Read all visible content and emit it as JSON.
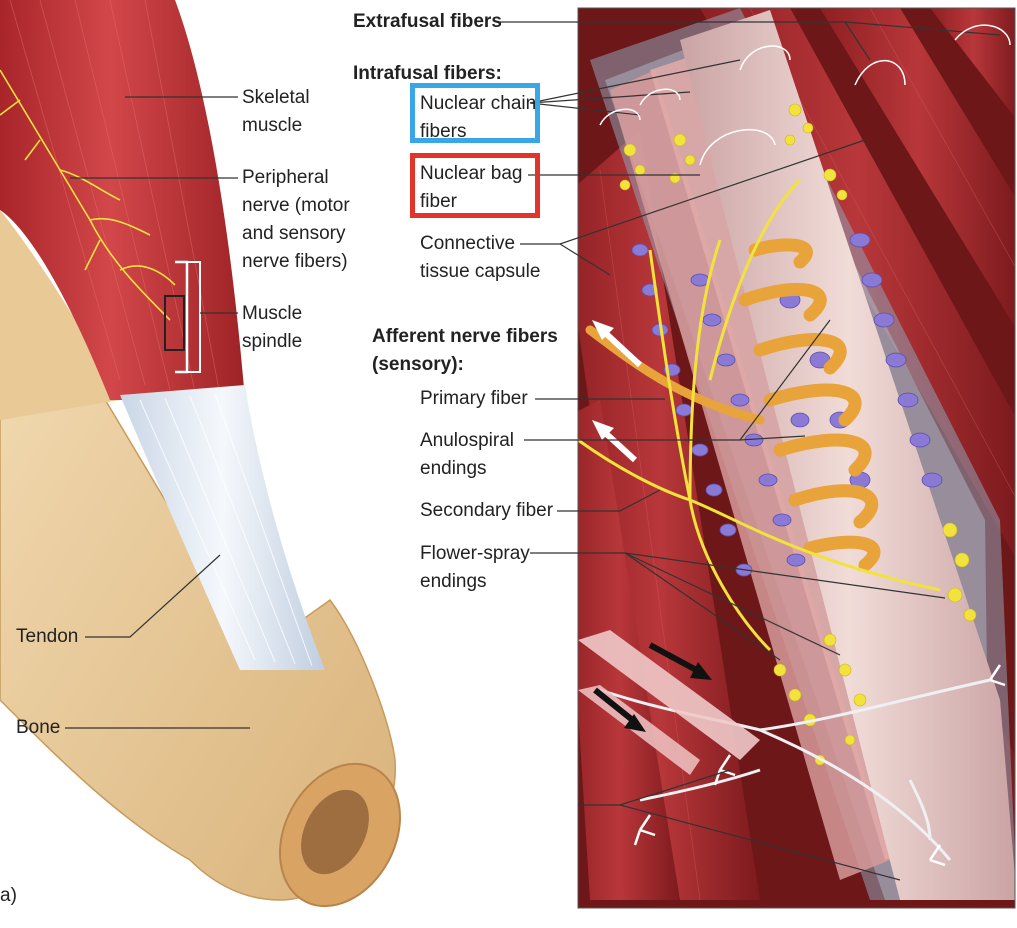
{
  "labels": {
    "skeletal_muscle": [
      "Skeletal",
      "muscle"
    ],
    "peripheral_nerve": [
      "Peripheral",
      "nerve (motor",
      "and sensory",
      "nerve fibers)"
    ],
    "muscle_spindle": [
      "Muscle",
      "spindle"
    ],
    "tendon": "Tendon",
    "bone": "Bone",
    "panel_letter": "a)",
    "extrafusal_fibers": "Extrafusal fibers",
    "intrafusal_fibers": "Intrafusal fibers:",
    "nuclear_chain_fibers": [
      "Nuclear chain",
      "fibers"
    ],
    "nuclear_bag_fiber": [
      "Nuclear bag",
      "fiber"
    ],
    "connective_tissue_capsule": [
      "Connective",
      "tissue capsule"
    ],
    "afferent_nerve_fibers": [
      "Afferent nerve fibers",
      "(sensory):"
    ],
    "primary_fiber": "Primary fiber",
    "anulospiral_endings": [
      "Anulospiral",
      "endings"
    ],
    "secondary_fiber": "Secondary fiber",
    "flower_spray_endings": [
      "Flower-spray",
      "endings"
    ]
  },
  "colors": {
    "muscle_red": "#c0393a",
    "tendon_white": "#e8eef5",
    "bone_tan": "#ecd1a4",
    "nerve_yellow": "#f2e23c",
    "nucleus_purple": "#8a7ad6",
    "anulospiral_orange": "#e8a33a",
    "highlight_blue": "#3aa6e6",
    "highlight_red": "#e3342a"
  }
}
